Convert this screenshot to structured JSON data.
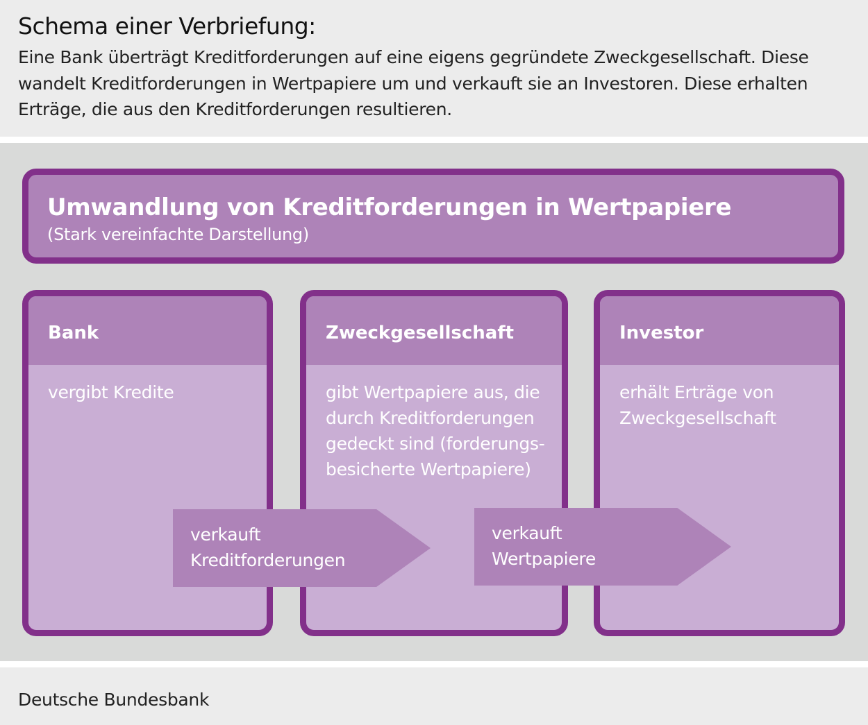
{
  "header": {
    "title": "Schema einer Verbriefung:",
    "intro": "Eine Bank überträgt Kreditforderungen auf eine eigens gegründete Zweckgesellschaft. Diese wandelt Kreditforderungen in Wertpapiere um und verkauft sie an Investoren. Diese erhalten Erträge, die aus den Kreditforderungen resultieren."
  },
  "banner": {
    "title": "Umwandlung von Kreditforderungen in Wertpapiere",
    "subtitle": "(Stark vereinfachte Darstellung)"
  },
  "columns": [
    {
      "title": "Bank",
      "body": "vergibt Kredite"
    },
    {
      "title": "Zweckgesellschaft",
      "body": "gibt Wertpapiere aus, die durch Kreditforderungen gedeckt sind (forderungs-besicherte Wertpapiere)"
    },
    {
      "title": "Investor",
      "body": "erhält Erträge von Zweckgesellschaft"
    }
  ],
  "arrows": [
    {
      "line1": "verkauft",
      "line2": "Kreditforderungen"
    },
    {
      "line1": "verkauft",
      "line2": "Wertpapiere"
    }
  ],
  "footer": {
    "source": "Deutsche Bundesbank"
  },
  "colors": {
    "border": "#82308a",
    "header": "#ae83b8",
    "body": "#c9aed4",
    "background": "#d9dad9"
  }
}
